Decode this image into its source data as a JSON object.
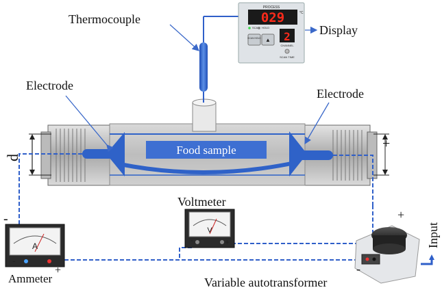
{
  "labels": {
    "thermocouple": "Thermocouple",
    "display": "Display",
    "electrode_left": "Electrode",
    "electrode_right": "Electrode",
    "food_sample": "Food sample",
    "voltmeter": "Voltmeter",
    "ammeter": "Ammeter",
    "variable_autotransformer": "Variable autotransformer",
    "input": "Input",
    "gap": "d"
  },
  "display_panel": {
    "process_label": "PROCESS",
    "reading": "029",
    "unit": "°C",
    "scan_label": "SCAN",
    "hold_label": "HOLD",
    "channel_value": "2",
    "channel_label": "CHANNEL",
    "scan_hold_button": "SCAN HOLD",
    "scan_time_label": "SCAN TIME",
    "up_button": "▲"
  },
  "meters": {
    "voltmeter_symbol": "V",
    "ammeter_symbol": "A"
  },
  "polarity": {
    "ammeter_minus": "-",
    "ammeter_plus": "+",
    "voltmeter_minus": "-",
    "voltmeter_plus": "+",
    "transformer_plus": "+",
    "transformer_minus": "-",
    "left_terminal_minus": "-",
    "right_terminal_plus": "+"
  },
  "colors": {
    "wire": "#2f5fc9",
    "electrode": "#2f62c8",
    "food_sample_fill": "#3e6fd2",
    "cell_body": "#c9c9c9",
    "display_digits": "#ff2a1a"
  }
}
